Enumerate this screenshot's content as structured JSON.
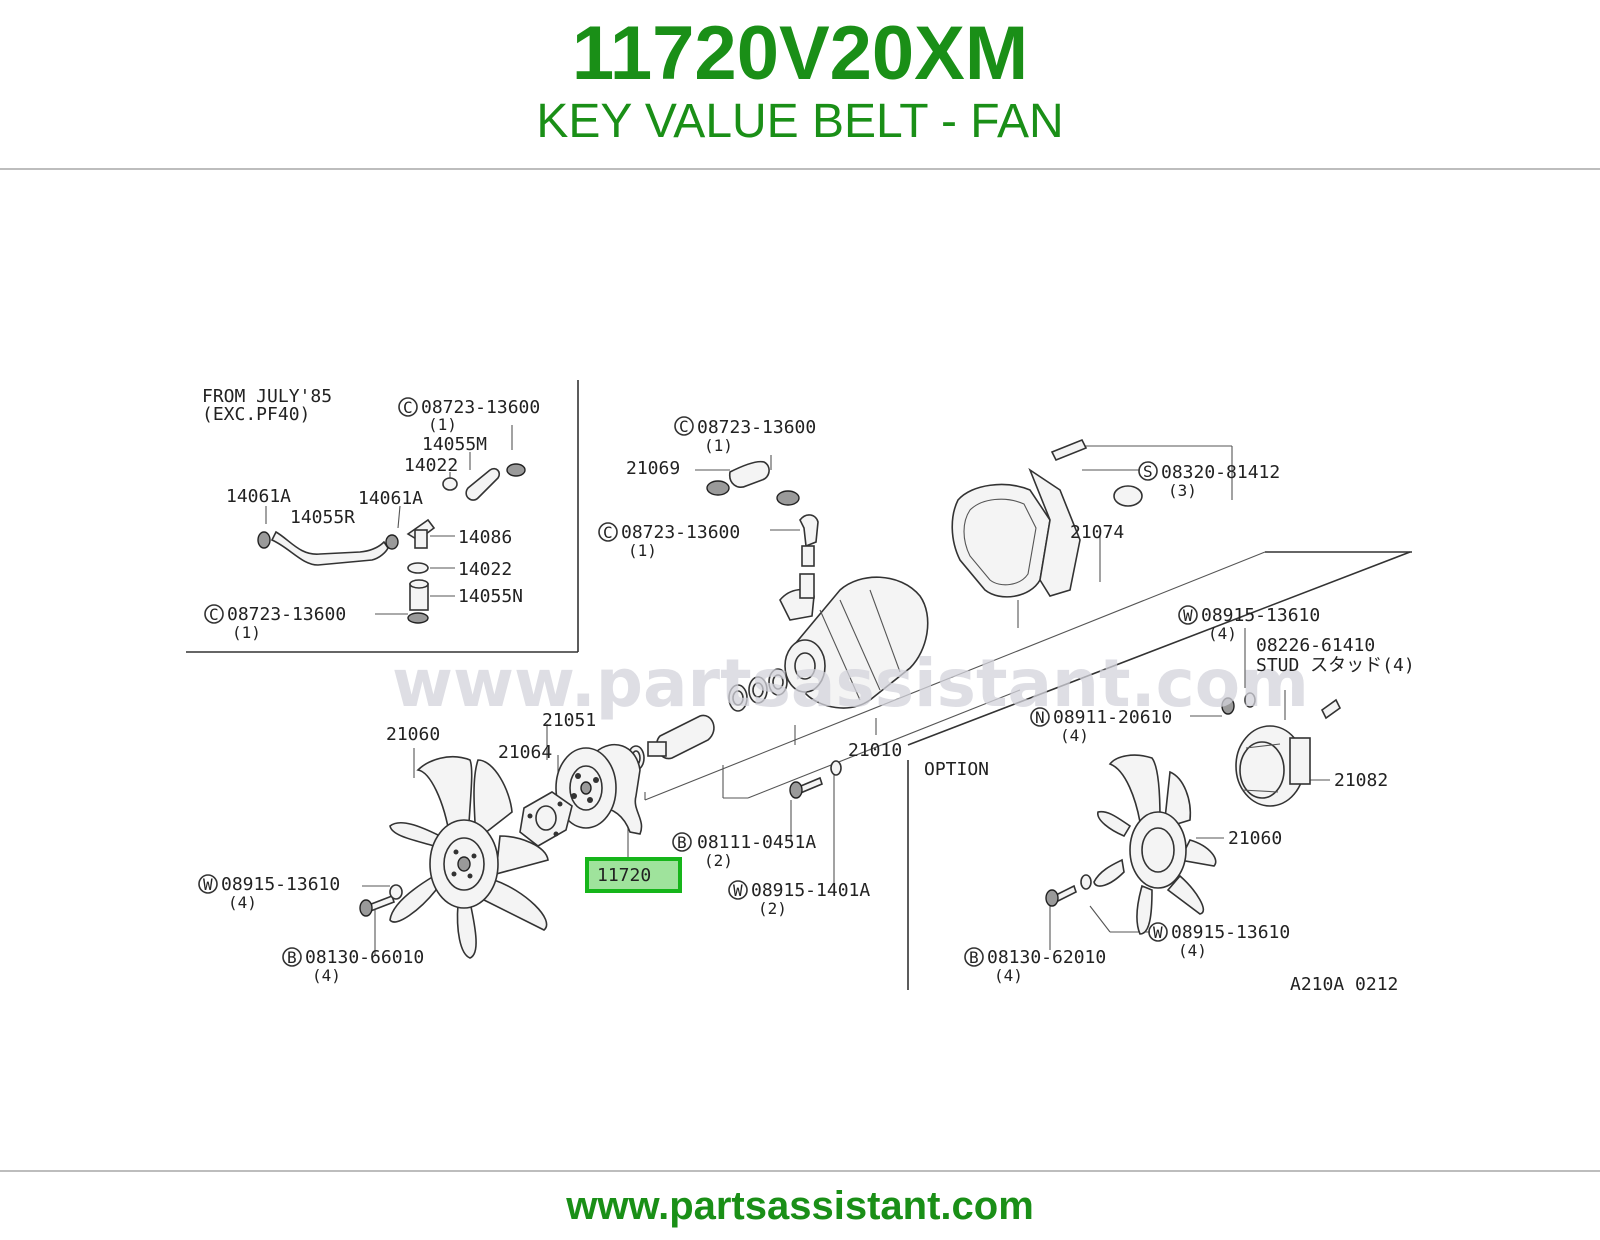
{
  "header": {
    "part_number": "11720V20XM",
    "part_name": "KEY VALUE BELT - FAN"
  },
  "footer": {
    "url": "www.partsassistant.com"
  },
  "watermark": "www.partsassistant.com",
  "colors": {
    "brand_green": "#1a8f17",
    "highlight_fill": "#9fe39c",
    "highlight_border": "#16b51a"
  },
  "diagram": {
    "inset": {
      "note_line1": "FROM JULY'85",
      "note_line2": "(EXC.PF40)"
    },
    "labels": {
      "c_08723_13600_a": "08723-13600",
      "q1_a": "(1)",
      "p14055M": "14055M",
      "p14022_a": "14022",
      "p14061A_left": "14061A",
      "p14061A_right": "14061A",
      "p14055R": "14055R",
      "p14086": "14086",
      "p14022_b": "14022",
      "p14055N": "14055N",
      "c_08723_13600_b": "08723-13600",
      "q1_b": "(1)",
      "c_08723_13600_c": "08723-13600",
      "q1_c": "(1)",
      "p21069": "21069",
      "c_08723_13600_d": "08723-13600",
      "q1_d": "(1)",
      "s_08320_81412": "08320-81412",
      "q3": "(3)",
      "p21074": "21074",
      "w_08915_13610_a": "08915-13610",
      "q4_a": "(4)",
      "p08226_61410": "08226-61410",
      "stud": "STUD スタッド(4)",
      "n_08911_20610": "08911-20610",
      "q4_b": "(4)",
      "p21082": "21082",
      "option": "OPTION",
      "p21060_right": "21060",
      "w_08915_13610_b": "08915-13610",
      "q4_c": "(4)",
      "b_08130_62010": "08130-62010",
      "q4_d": "(4)",
      "ref_code": "A210A 0212",
      "p21060_left": "21060",
      "p21051": "21051",
      "p21064": "21064",
      "p21010": "21010",
      "b_08111_0451A": "08111-0451A",
      "q2_a": "(2)",
      "w_08915_1401A": "08915-1401A",
      "q2_b": "(2)",
      "p11720": "11720",
      "w_08915_13610_c": "08915-13610",
      "q4_e": "(4)",
      "b_08130_66010": "08130-66010",
      "q4_f": "(4)"
    },
    "circle_letters": {
      "c": "C",
      "s": "S",
      "w": "W",
      "n": "N",
      "b": "B"
    }
  }
}
